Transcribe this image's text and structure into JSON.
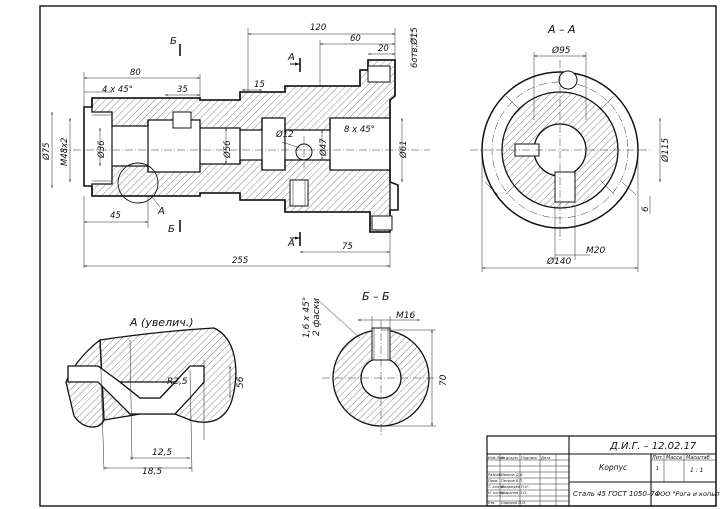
{
  "main_view": {
    "dims": {
      "d120": "120",
      "d60": "60",
      "d20": "20",
      "d80": "80",
      "d35": "35",
      "d15": "15",
      "chamfer_left": "4 x 45°",
      "chamfer_right": "8 x 45°",
      "hole_spec": "6отв.Ø15",
      "phi12": "Ø12",
      "phi75": "Ø75",
      "m48": "M48x2",
      "phi36": "Ø36",
      "phi56": "Ø56",
      "phi47": "Ø47",
      "phi61": "Ø61",
      "d45": "45",
      "d75": "75",
      "d255": "255"
    },
    "labels": {
      "b_top": "Б",
      "b_bottom": "Б",
      "a_top": "А",
      "a_bottom": "А",
      "a_detail": "А"
    }
  },
  "section_aa": {
    "title": "А – А",
    "dims": {
      "phi95": "Ø95",
      "phi115": "Ø115",
      "phi140": "Ø140",
      "m20": "M20",
      "d6": "6"
    }
  },
  "detail_a": {
    "title": "А (увелич.)",
    "dims": {
      "r25": "R2,5",
      "d56": "56",
      "d125": "12,5",
      "d185": "18,5"
    }
  },
  "section_bb": {
    "title": "Б – Б",
    "dims": {
      "chamfer": "1,6 x 45°",
      "chamfer_note": "2 фаски",
      "m16": "M16",
      "d70": "70"
    }
  },
  "title_block": {
    "doc_code": "Д.И.Г. – 12.02.17",
    "part_name": "Корпус",
    "material": "Сталь 45 ГОСТ 1050–74",
    "company": "ООО \"Рога и копыта\"",
    "scale_value": "1 : 1",
    "sheet": "1",
    "headers": {
      "lit": "Лит.",
      "mass": "Масса",
      "scale": "Масштаб"
    },
    "rows": [
      {
        "role": "Изм.Лист",
        "name": "№ докум.",
        "sign": "Подпись",
        "date": "Дата"
      },
      {
        "role": "Разраб.",
        "name": "Иванов Д.И."
      },
      {
        "role": "Пров.",
        "name": "Петров В.П."
      },
      {
        "role": "Т. контр.",
        "name": "Медведев Н.Н."
      },
      {
        "role": "Н. контр.",
        "name": "Шарапов О.О."
      },
      {
        "role": "Утв.",
        "name": "Сидоров О.О."
      }
    ]
  }
}
